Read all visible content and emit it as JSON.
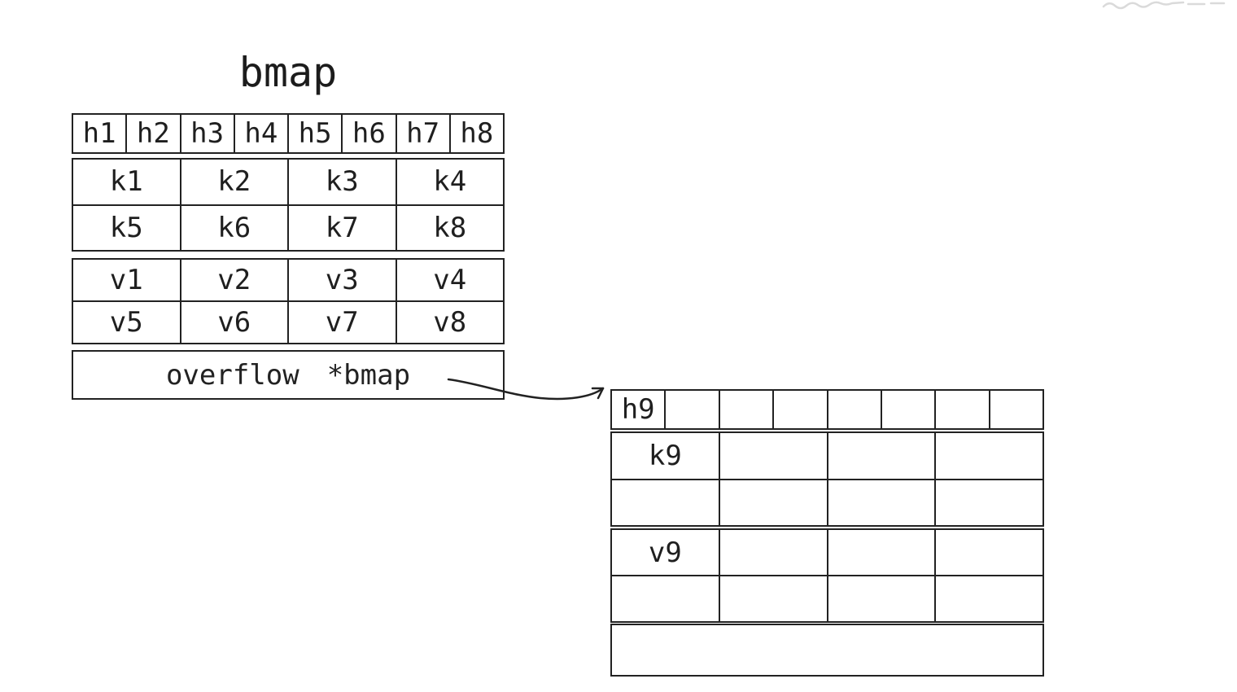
{
  "colors": {
    "ink": "#222222",
    "background": "#ffffff",
    "faint_mark": "#dadada"
  },
  "main_table": {
    "title": "bmap",
    "header_cells": [
      "h1",
      "h2",
      "h3",
      "h4",
      "h5",
      "h6",
      "h7",
      "h8"
    ],
    "key_rows": [
      [
        "k1",
        "k2",
        "k3",
        "k4"
      ],
      [
        "k5",
        "k6",
        "k7",
        "k8"
      ]
    ],
    "value_rows": [
      [
        "v1",
        "v2",
        "v3",
        "v4"
      ],
      [
        "v5",
        "v6",
        "v7",
        "v8"
      ]
    ],
    "overflow_label": "overflow",
    "overflow_pointer": "*bmap"
  },
  "overflow_table": {
    "header_cells": [
      "h9",
      "",
      "",
      "",
      "",
      "",
      "",
      ""
    ],
    "key_rows": [
      [
        "k9",
        "",
        "",
        ""
      ],
      [
        "",
        "",
        "",
        ""
      ]
    ],
    "value_rows": [
      [
        "v9",
        "",
        "",
        ""
      ],
      [
        "",
        "",
        "",
        ""
      ]
    ],
    "overflow_label": "",
    "overflow_pointer": ""
  },
  "icons": {
    "overflow_arrow": "curved-right-arrow",
    "top_right_mark": "faint-scribble"
  }
}
